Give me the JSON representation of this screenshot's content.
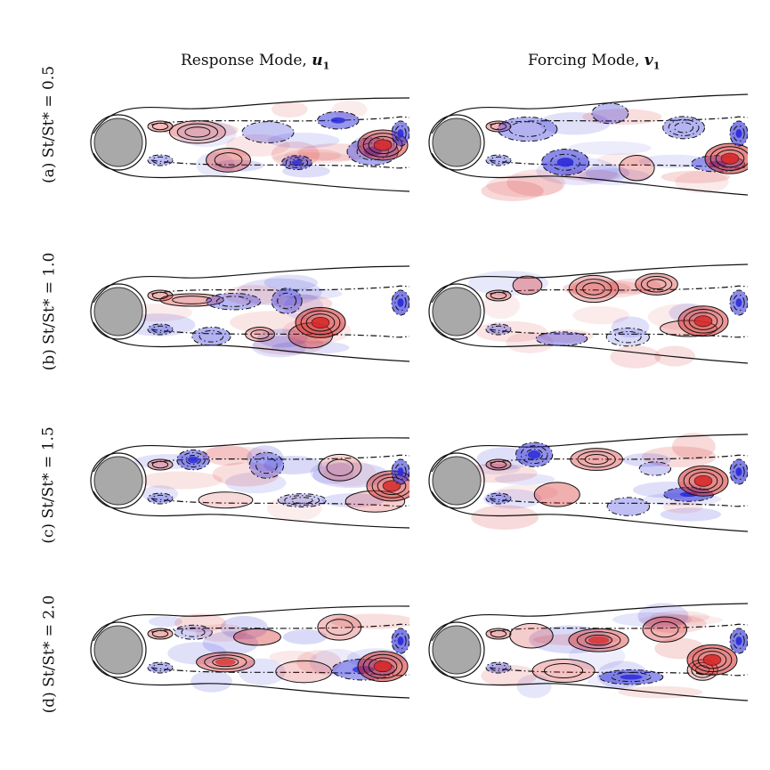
{
  "columns": {
    "left": {
      "title": "Response Mode,",
      "symbol": "u",
      "subscript": "1"
    },
    "right": {
      "title": "Forcing Mode,",
      "symbol": "v",
      "subscript": "1"
    }
  },
  "rows": [
    {
      "label": "(a) St/St* = 0.5"
    },
    {
      "label": "(b) St/St* = 1.0"
    },
    {
      "label": "(c) St/St* = 1.5"
    },
    {
      "label": "(d) St/St* = 2.0"
    }
  ],
  "colors": {
    "positive": "#d62a2a",
    "negative": "#2b2bd8",
    "cylinder": "#a9a9a9",
    "contour": "#111111"
  }
}
